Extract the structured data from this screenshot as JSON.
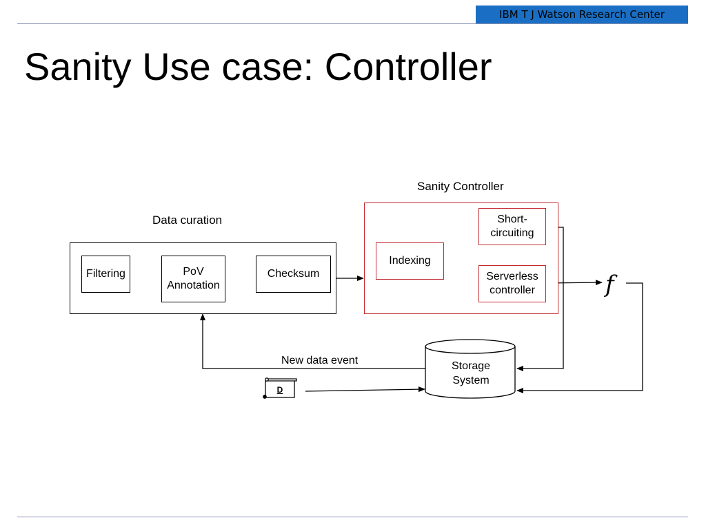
{
  "header": {
    "org": "IBM T J Watson Research Center"
  },
  "slide": {
    "title": "Sanity Use case: Controller"
  },
  "diagram": {
    "sanity_controller_label": "Sanity Controller",
    "data_curation_label": "Data curation",
    "filtering": "Filtering",
    "pov_line1": "PoV",
    "pov_line2": "Annotation",
    "checksum": "Checksum",
    "indexing": "Indexing",
    "short_line1": "Short-",
    "short_line2": "circuiting",
    "serverless_line1": "Serverless",
    "serverless_line2": "controller",
    "function_symbol": "f",
    "new_data_event": "New data event",
    "storage_line1": "Storage",
    "storage_line2": "System",
    "document_label": "D"
  },
  "colors": {
    "banner": "#1a6fc4",
    "controller_border": "#c0282d",
    "rule": "#8a93b3"
  }
}
